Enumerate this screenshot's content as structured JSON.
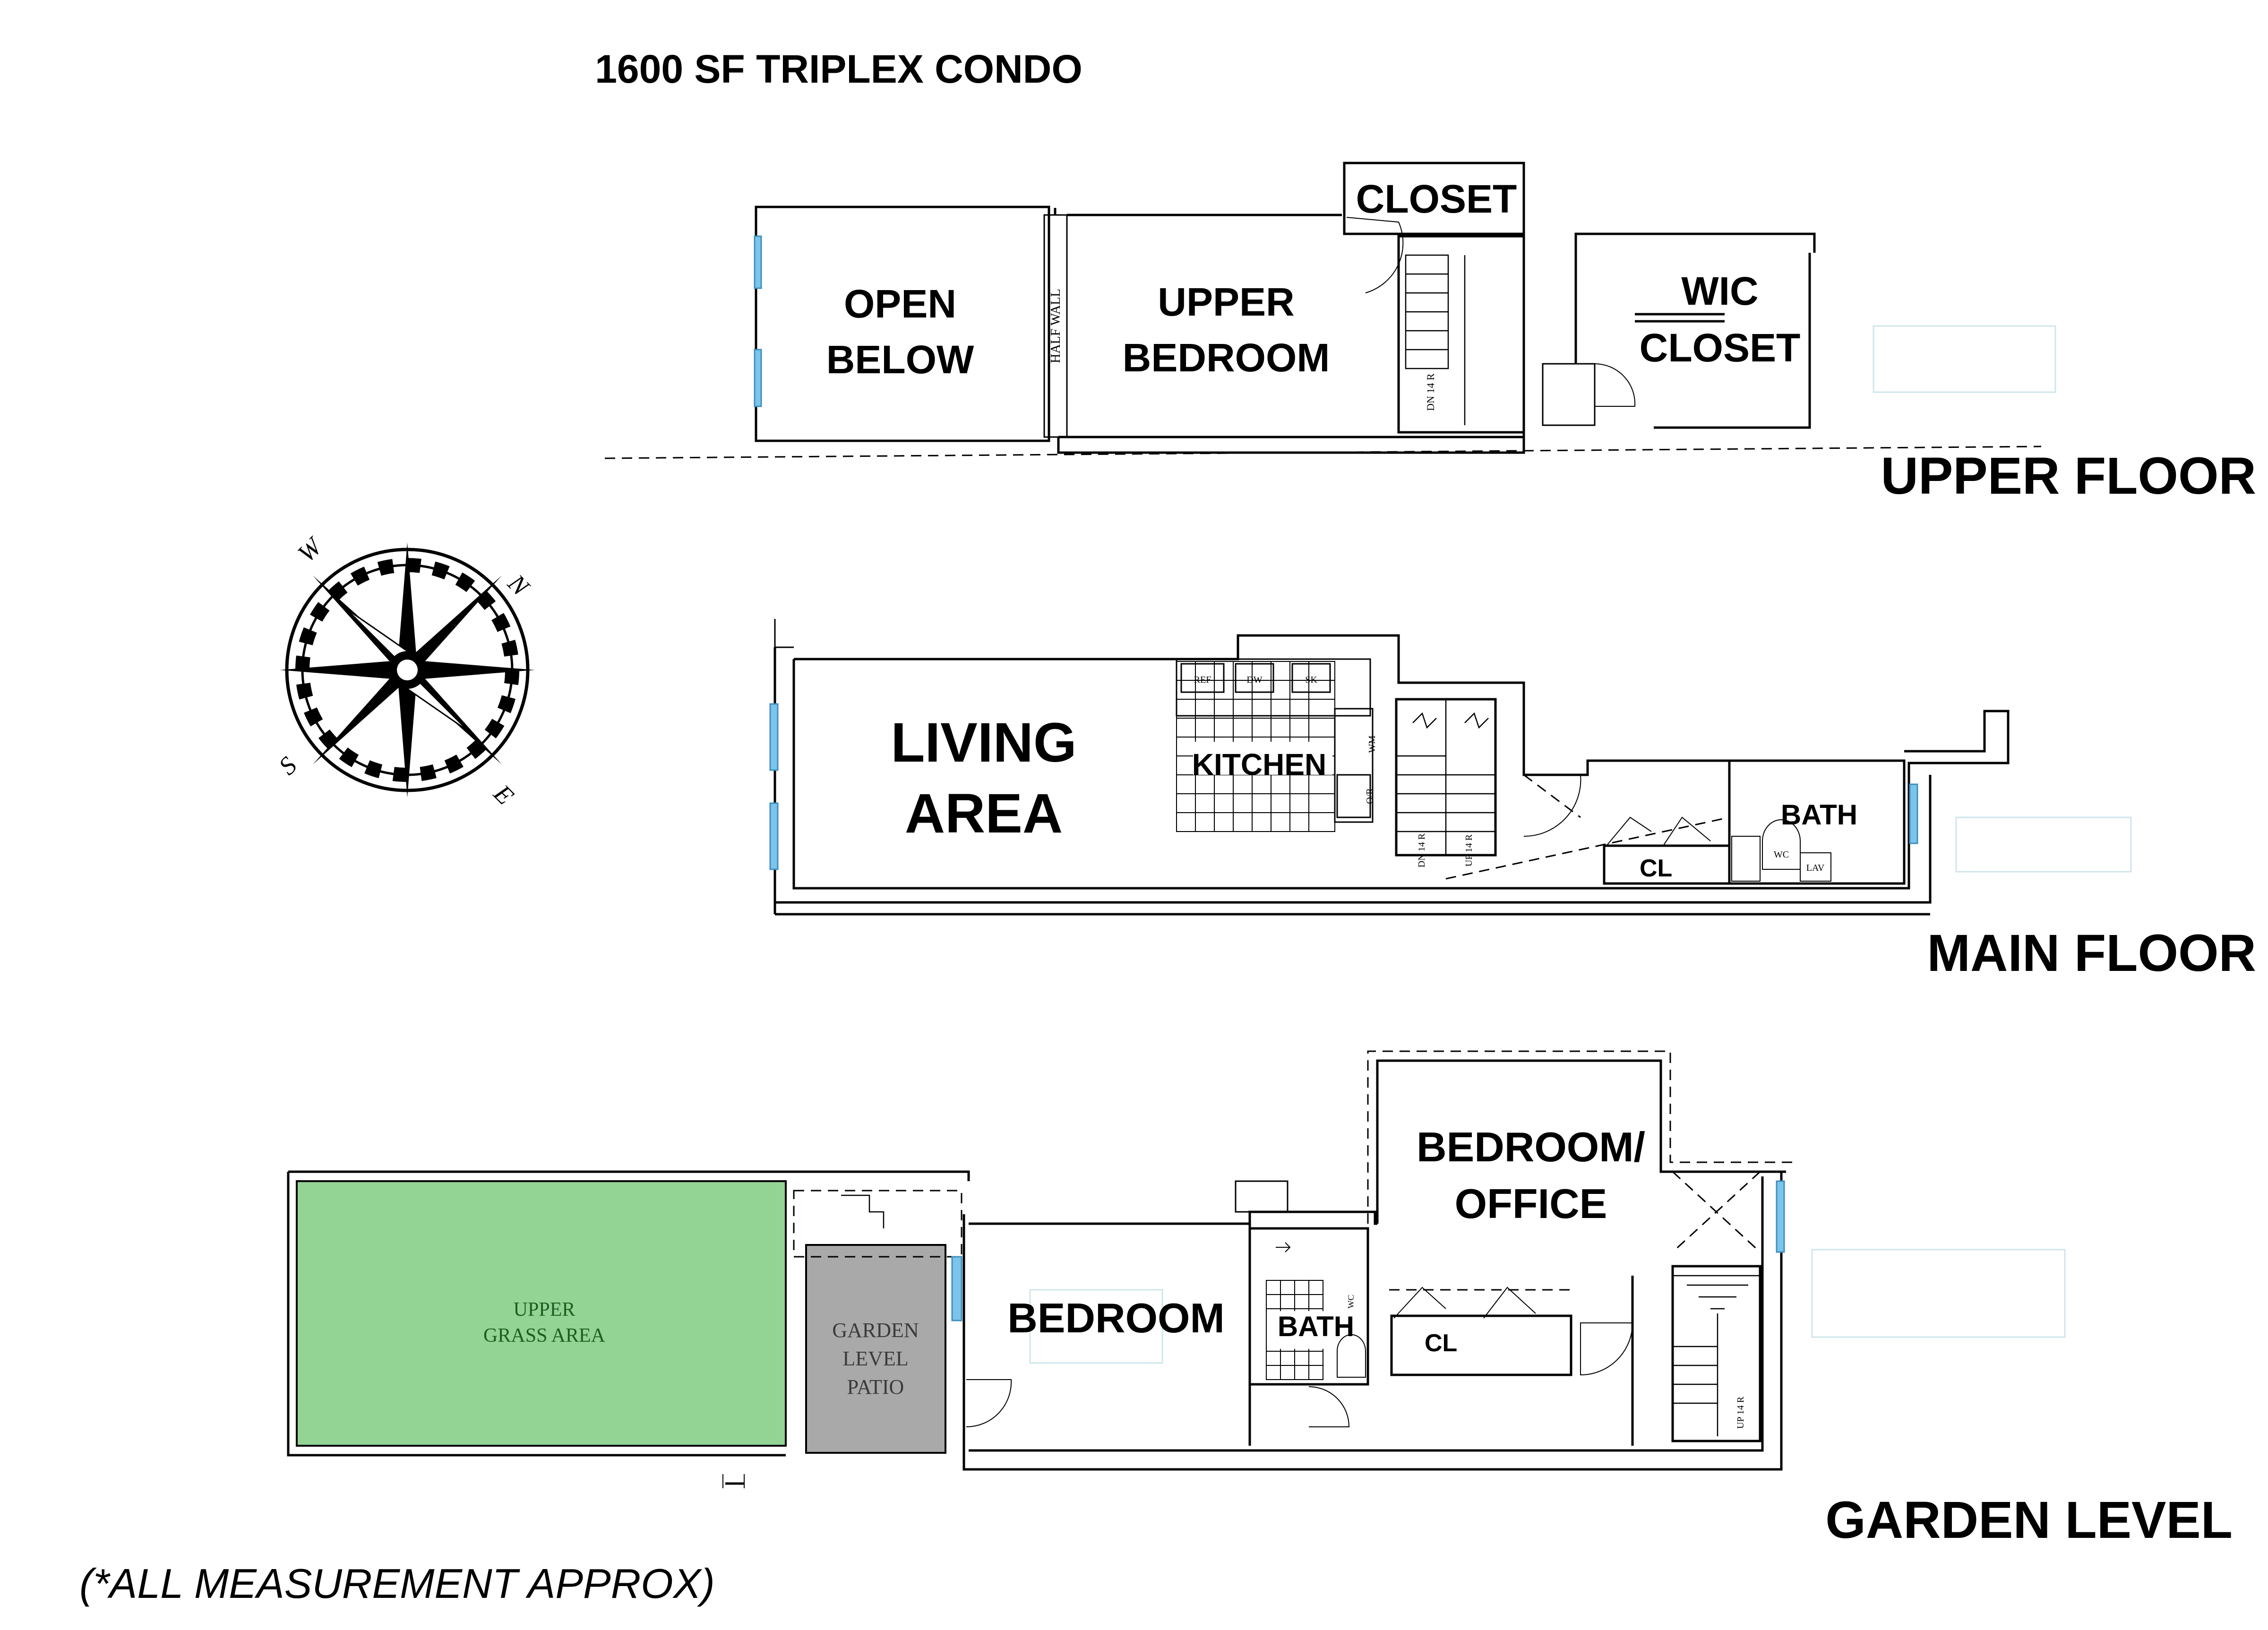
{
  "title": "1600 SF TRIPLEX CONDO",
  "note": "(*ALL MEASUREMENT APPROX)",
  "compass": {
    "labels": [
      "W",
      "N",
      "S",
      "E"
    ]
  },
  "colors": {
    "grass": "#93d394",
    "patio": "#a9a9a9",
    "window": "#7cc4ea",
    "grass_text": "#1b5e20",
    "patio_text": "#3a3a3a"
  },
  "floors": {
    "upper": {
      "label": "UPPER FLOOR",
      "rooms": {
        "open_below": [
          "OPEN",
          "BELOW"
        ],
        "upper_bedroom": [
          "UPPER",
          "BEDROOM"
        ],
        "closet": "CLOSET",
        "wic_closet": [
          "WIC",
          "CLOSET"
        ]
      },
      "half_wall": "HALF WALL",
      "stair_note": "DN 14 R"
    },
    "main": {
      "label": "MAIN FLOOR",
      "rooms": {
        "living_area": [
          "LIVING",
          "AREA"
        ],
        "kitchen": "KITCHEN",
        "bath": "BATH",
        "closet": "CL"
      },
      "fixtures": {
        "ref": "REF",
        "dw": "DW",
        "sk": "SK",
        "wm": "WM",
        "or": "O/R",
        "wc": "WC",
        "lav": "LAV"
      },
      "stair_dn": "DN 14 R",
      "stair_up": "UP 14 R"
    },
    "garden": {
      "label": "GARDEN LEVEL",
      "rooms": {
        "grass": [
          "UPPER",
          "GRASS AREA"
        ],
        "patio": [
          "GARDEN",
          "LEVEL",
          "PATIO"
        ],
        "bedroom": "BEDROOM",
        "bath": "BATH",
        "bedroom_office": [
          "BEDROOM/",
          "OFFICE"
        ],
        "closet": "CL"
      },
      "fixtures": {
        "wc": "WC"
      },
      "stair_up": "UP 14 R"
    }
  }
}
